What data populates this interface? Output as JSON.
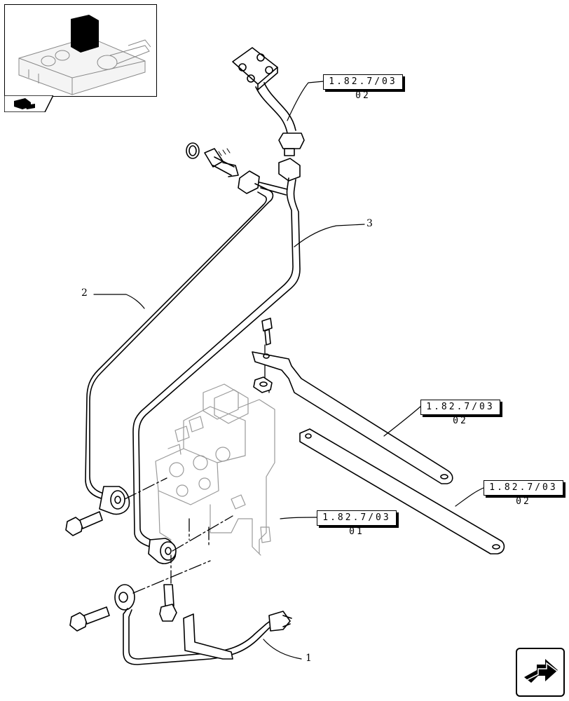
{
  "diagram": {
    "callouts": [
      {
        "id": "1",
        "label": "1"
      },
      {
        "id": "2",
        "label": "2"
      },
      {
        "id": "3",
        "label": "3"
      }
    ],
    "references": [
      {
        "id": "ref-top",
        "label": "1.82.7/03 02"
      },
      {
        "id": "ref-bracket-upper",
        "label": "1.82.7/03 02"
      },
      {
        "id": "ref-bracket-lower",
        "label": "1.82.7/03 02"
      },
      {
        "id": "ref-valve",
        "label": "1.82.7/03 01"
      }
    ]
  },
  "icons": {
    "thumbnail": "tractor-housing-thumbnail-icon",
    "tab": "parts-book-tab-icon",
    "next": "next-page-arrow-icon"
  }
}
